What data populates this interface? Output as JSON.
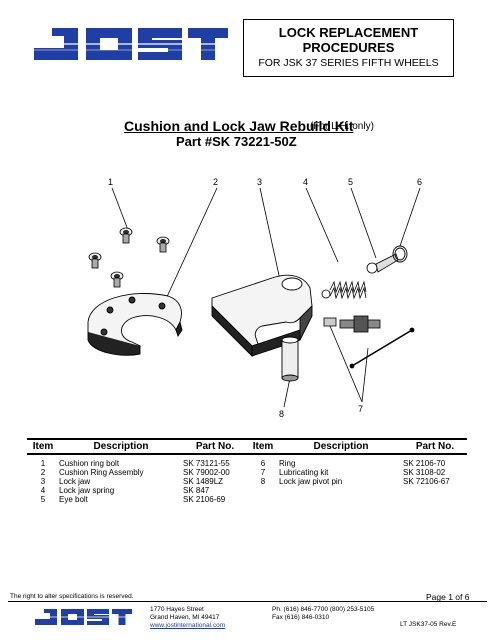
{
  "header": {
    "logo_text": "JOST",
    "title_line1": "LOCK REPLACEMENT",
    "title_line2": "PROCEDURES",
    "subtitle": "FOR JSK 37 SERIES FIFTH WHEELS"
  },
  "kit": {
    "title": "Cushion and Lock Jaw Rebuild Kit",
    "note": "(For L.H. only)",
    "part_number": "Part #SK 73221-50Z"
  },
  "callouts": [
    "1",
    "2",
    "3",
    "4",
    "5",
    "6",
    "8",
    "7"
  ],
  "table": {
    "headers": [
      "Item",
      "Description",
      "Part No.",
      "Item",
      "Description",
      "Part No."
    ],
    "rows": [
      {
        "item_a": "1",
        "desc_a": "Cushion ring bolt",
        "part_a": "SK 73121-55",
        "item_b": "6",
        "desc_b": "Ring",
        "part_b": "SK 2106-70"
      },
      {
        "item_a": "2",
        "desc_a": "Cushion Ring Assembly",
        "part_a": "SK 79002-00",
        "item_b": "7",
        "desc_b": "Lubricating kit",
        "part_b": "SK 3108-02"
      },
      {
        "item_a": "3",
        "desc_a": "Lock jaw",
        "part_a": "SK 1489LZ",
        "item_b": "8",
        "desc_b": "Lock jaw pivot pin",
        "part_b": "SK 72106-67"
      },
      {
        "item_a": "4",
        "desc_a": "Lock jaw spring",
        "part_a": "SK 847",
        "item_b": "",
        "desc_b": "",
        "part_b": ""
      },
      {
        "item_a": "5",
        "desc_a": "Eye bolt",
        "part_a": "SK 2106-69",
        "item_b": "",
        "desc_b": "",
        "part_b": ""
      }
    ]
  },
  "footer": {
    "note": "The right to alter specifications is reserved.",
    "page": "Page 1 of 6",
    "address_line1": "1770 Hayes Street",
    "address_line2": "Grand Haven, MI 49417",
    "website": "www.jostinternational.com",
    "phone": "Ph. (616) 846-7700  (800) 253-5105",
    "fax": "Fax (616) 846-0310",
    "doc_ref": "LT JSK37-05  Rev.E"
  },
  "colors": {
    "logo_blue": "#1f3fa6",
    "link_blue": "#1a3fae"
  }
}
